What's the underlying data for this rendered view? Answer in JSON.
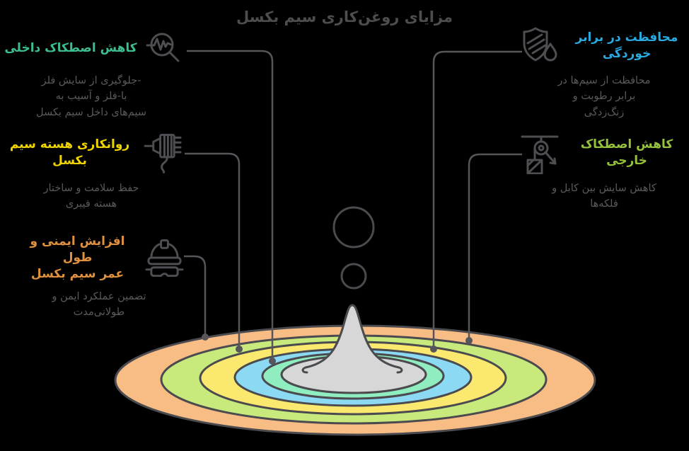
{
  "title": "مزایای روغن‌کاری سیم بکسل",
  "title_color": "#4D4D4D",
  "body_text_color": "#5A5A5A",
  "line_color": "#55555A",
  "blocks": {
    "left": [
      {
        "id": "internal-friction",
        "icon": "search-pulse-icon",
        "heading": "کاهش اصطکاک داخلی",
        "heading_color": "#3DBE8E",
        "body": "-جلوگیری از سایش فلز\nبا-فلز و آسیب به\nسیم‌های داخل سیم بکسل"
      },
      {
        "id": "core-lubrication",
        "icon": "cable-plug-icon",
        "heading": "روانکاری هسته سیم بکسل",
        "heading_color": "#EFD500",
        "body": "حفظ سلامت و ساختار\nهسته فیبری"
      },
      {
        "id": "safety-lifespan",
        "icon": "safety-helmet-icon",
        "heading": "افزایش ایمنی و طول\nعمر سیم بکسل",
        "heading_color": "#E0913F",
        "body": "تضمین عملکرد ایمن و\nطولانی‌مدت"
      }
    ],
    "right": [
      {
        "id": "corrosion-protection",
        "icon": "shield-droplet-icon",
        "heading": "محافظت در برابر\nخوردگی",
        "heading_color": "#29ABE2",
        "body": "محافظت از سیم‌ها در\nبرابر رطوبت و\nزنگ‌زدگی"
      },
      {
        "id": "external-friction",
        "icon": "pulley-load-icon",
        "heading": "کاهش اصطکاک خارجی",
        "heading_color": "#95C13D",
        "body": "کاهش سایش بین کابل و\nفلکه‌ها"
      }
    ]
  },
  "splash": {
    "outline_color": "#4A4A4F",
    "droplet_color": "#DCDCDC",
    "rings": [
      {
        "name": "ripple-outer",
        "color": "#F8BC85"
      },
      {
        "name": "ripple-2",
        "color": "#C8EA7C"
      },
      {
        "name": "ripple-3",
        "color": "#FAE96E"
      },
      {
        "name": "ripple-4",
        "color": "#8BD9F3"
      },
      {
        "name": "ripple-5",
        "color": "#90EDBF"
      },
      {
        "name": "pool-center",
        "color": "#D7D7D7"
      }
    ]
  }
}
